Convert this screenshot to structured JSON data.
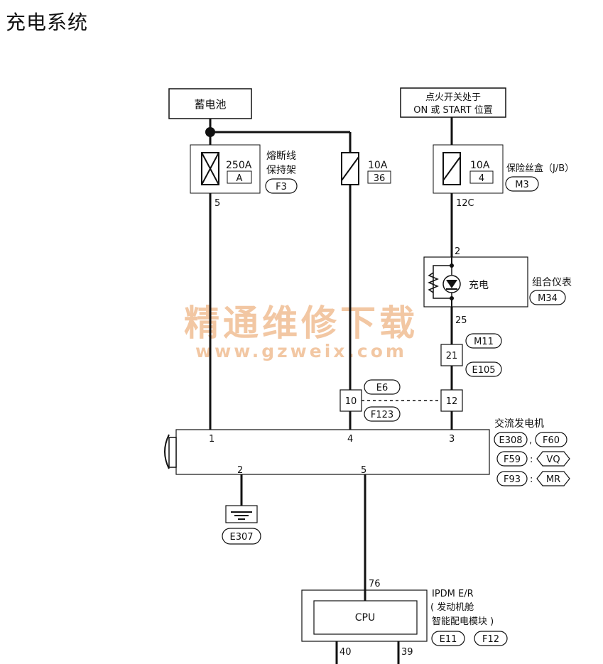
{
  "title": "充电系统",
  "battery": {
    "label": "蓄电池"
  },
  "ignition": {
    "line1": "点火开关处于",
    "line2": "ON 或 START 位置"
  },
  "fusible_link": {
    "rating": "250A",
    "slot": "A",
    "label_line1": "熔断线",
    "label_line2": "保持架",
    "connector": "F3",
    "pin": "5"
  },
  "fuse_36": {
    "rating": "10A",
    "slot": "36"
  },
  "fuse_block": {
    "rating": "10A",
    "slot": "4",
    "label": "保险丝盒（J/B）",
    "connector": "M3",
    "pin": "12C"
  },
  "combination_meter": {
    "label": "组合仪表",
    "connector": "M34",
    "lamp_label": "充电",
    "pin_in": "2",
    "pin_out": "25"
  },
  "connector_21": {
    "pin": "21",
    "top": "M11",
    "bottom": "E105"
  },
  "connector_10": {
    "pin": "10",
    "top": "E6",
    "bottom": "F123"
  },
  "connector_12": {
    "pin": "12"
  },
  "alternator": {
    "label": "交流发电机",
    "connectors": [
      "E308",
      "F60",
      "F59",
      "F93"
    ],
    "separator": ",",
    "colon": ":",
    "variants": [
      "VQ",
      "MR"
    ],
    "pins": [
      "1",
      "4",
      "3",
      "2",
      "5"
    ]
  },
  "ground": {
    "connector": "E307"
  },
  "ipdm": {
    "line1": "IPDM E/R",
    "line2": "( 发动机舱",
    "line3": "智能配电模块 )",
    "cpu": "CPU",
    "pin_in": "76",
    "connectors": [
      "E11",
      "F12"
    ],
    "pins": [
      "40",
      "39"
    ]
  },
  "watermark": {
    "cn": "精通维修下载",
    "url": "www.gzweix.com"
  }
}
